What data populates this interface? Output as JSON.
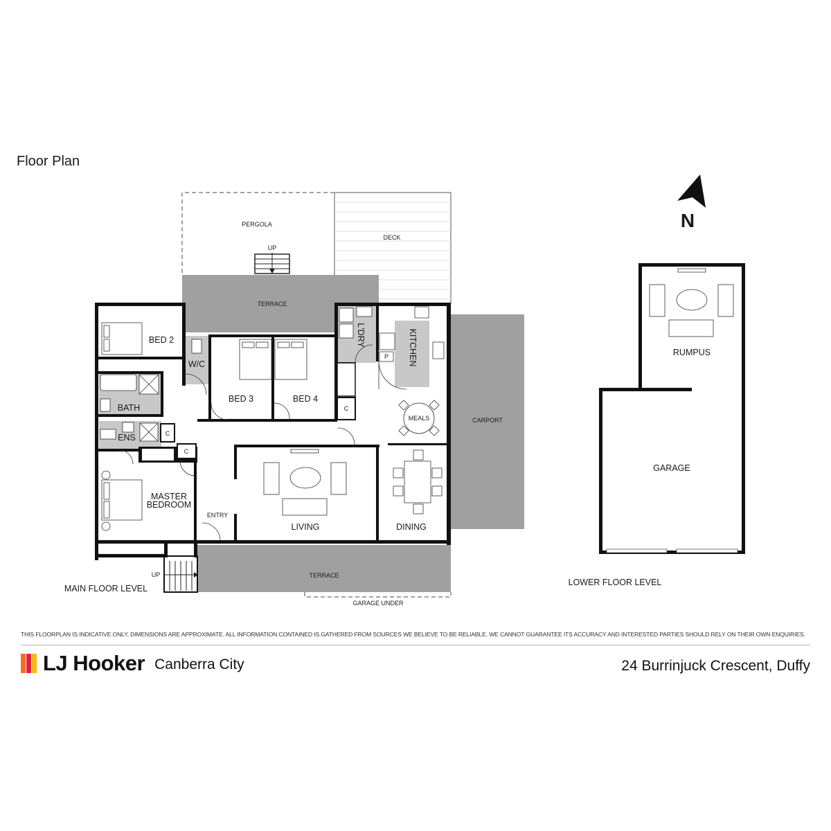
{
  "title": "Floor Plan",
  "rooms": {
    "pergola": "PERGOLA",
    "up_pergola": "UP",
    "deck": "DECK",
    "terrace_top": "TERRACE",
    "bed2": "BED 2",
    "wc": "W/C",
    "bed3": "BED 3",
    "bed4": "BED 4",
    "laundry": "L'DRY",
    "kitchen": "KITCHEN",
    "pantry": "P",
    "cupboard": "C",
    "bath": "BATH",
    "ens": "ENS",
    "meals": "MEALS",
    "carport": "CARPORT",
    "master_line1": "MASTER",
    "master_line2": "BEDROOM",
    "entry": "ENTRY",
    "living": "LIVING",
    "dining": "DINING",
    "up_front": "UP",
    "terrace_front": "TERRACE",
    "garage_under": "GARAGE UNDER",
    "rumpus": "RUMPUS",
    "garage": "GARAGE"
  },
  "levels": {
    "main": "MAIN FLOOR LEVEL",
    "lower": "LOWER FLOOR LEVEL"
  },
  "compass_label": "N",
  "disclaimer": "THIS FLOORPLAN IS INDICATIVE ONLY. DIMENSIONS ARE APPROXIMATE. ALL INFORMATION CONTAINED IS GATHERED FROM SOURCES WE BELIEVE TO BE RELIABLE. WE CANNOT GUARANTEE ITS ACCURACY AND INTERESTED PARTIES SHOULD RELY ON THEIR OWN ENQUIRIES.",
  "footer": {
    "brand": "LJ Hooker",
    "office": "Canberra City",
    "address": "24 Burrinjuck Crescent, Duffy",
    "logo_colors": [
      "#f26f21",
      "#e8213b",
      "#fdb813"
    ]
  }
}
